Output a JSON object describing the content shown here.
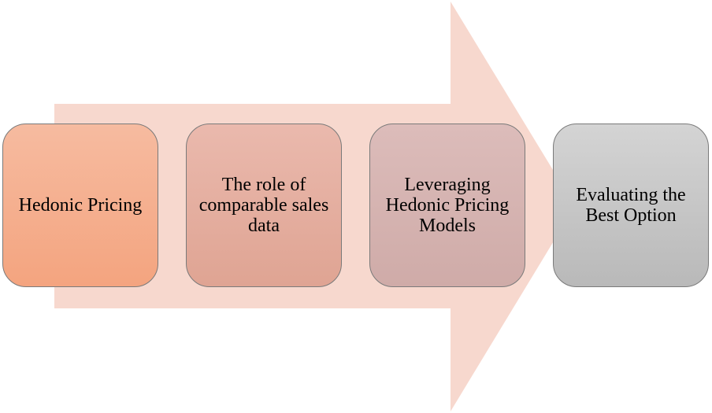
{
  "colors": {
    "arrow": "#f7d8ce",
    "box_border": "#7a7a7a",
    "step_1": "#f4a47f",
    "step_2": "#dfa493",
    "step_3": "#cfaba8",
    "step_4": "#b9b9b9"
  },
  "steps": [
    {
      "label": "Hedonic Pricing"
    },
    {
      "label": "The role of comparable sales data"
    },
    {
      "label": "Leveraging Hedonic Pricing Models"
    },
    {
      "label": "Evaluating the Best Option"
    }
  ]
}
